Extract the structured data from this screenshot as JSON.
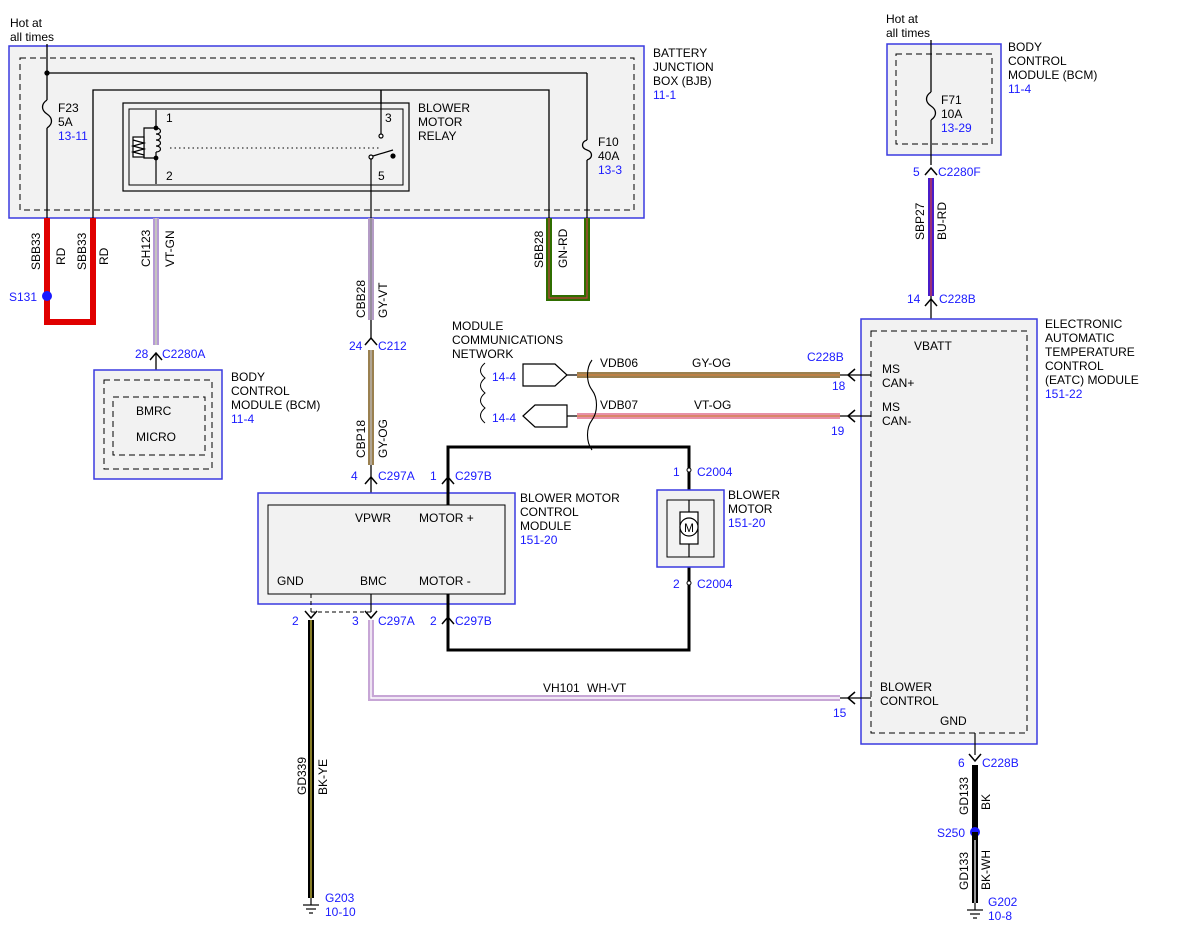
{
  "colors": {
    "module_border": "#3a3ae0",
    "module_fill": "#f2f2f2",
    "ref_text": "#1a1aff",
    "splice": "#1a1aff",
    "wire_rd": "#e00000",
    "wire_gn_rd": "#2f6e00",
    "wire_bu_rd": "#4a1cc8",
    "wire_bk": "#000000",
    "wire_gy_og": "#9a8050",
    "wire_vt_og": "#e890a8",
    "wire_vt_gn": "#b69ad6",
    "wire_wh_vt": "#c7a6d6"
  },
  "hot_at_all_times": [
    "Hot at",
    "all times"
  ],
  "bjb": {
    "title": [
      "BATTERY",
      "JUNCTION",
      "BOX (BJB)"
    ],
    "ref": "11-1",
    "fuse_f23": {
      "name": "F23",
      "rating": "5A",
      "ref": "13-11"
    },
    "fuse_f10": {
      "name": "F10",
      "rating": "40A",
      "ref": "13-3"
    },
    "relay": {
      "title": [
        "BLOWER",
        "MOTOR",
        "RELAY"
      ],
      "pin1": "1",
      "pin2": "2",
      "pin3": "3",
      "pin5": "5"
    }
  },
  "bcm_top": {
    "title": [
      "BODY",
      "CONTROL",
      "MODULE (BCM)"
    ],
    "ref": "11-4",
    "fuse_f71": {
      "name": "F71",
      "rating": "10A",
      "ref": "13-29"
    },
    "pin": "5",
    "connector": "C2280F"
  },
  "bcm_left": {
    "title": [
      "BODY",
      "CONTROL",
      "MODULE (BCM)"
    ],
    "ref": "11-4",
    "inner_top": "BMRC",
    "inner_bottom": "MICRO",
    "pin": "28",
    "connector": "C2280A"
  },
  "wires": {
    "sbb33_left": {
      "circuit": "SBB33",
      "color": "RD"
    },
    "sbb33_right": {
      "circuit": "SBB33",
      "color": "RD"
    },
    "ch123": {
      "circuit": "CH123",
      "color": "VT-GN"
    },
    "cbb28": {
      "circuit": "CBB28",
      "color": "GY-VT"
    },
    "cbp18": {
      "circuit": "CBP18",
      "color": "GY-OG"
    },
    "sbb28": {
      "circuit": "SBB28",
      "color": "GN-RD"
    },
    "sbp27": {
      "circuit": "SBP27",
      "color": "BU-RD"
    },
    "vdb06": {
      "circuit": "VDB06",
      "color": "GY-OG"
    },
    "vdb07": {
      "circuit": "VDB07",
      "color": "VT-OG"
    },
    "vh101": {
      "circuit": "VH101",
      "color": "WH-VT"
    },
    "gd339": {
      "circuit": "GD339",
      "color": "BK-YE"
    },
    "gd133_upper": {
      "circuit": "GD133",
      "color": "BK"
    },
    "gd133_lower": {
      "circuit": "GD133",
      "color": "BK-WH"
    }
  },
  "splices": {
    "s131": "S131",
    "s250": "S250"
  },
  "c212": {
    "pin": "24",
    "connector": "C212"
  },
  "network": {
    "label": [
      "MODULE",
      "COMMUNICATIONS",
      "NETWORK"
    ],
    "ref_plus": "14-4",
    "ref_minus": "14-4"
  },
  "bmcm": {
    "title": [
      "BLOWER MOTOR",
      "CONTROL",
      "MODULE"
    ],
    "ref": "151-20",
    "vpwr": "VPWR",
    "motor_plus": "MOTOR +",
    "gnd": "GND",
    "bmc": "BMC",
    "motor_minus": "MOTOR -",
    "pin_vpwr": "4",
    "conn_vpwr": "C297A",
    "pin_mplus": "1",
    "conn_mplus": "C297B",
    "pin_gnd": "2",
    "pin_bmc": "3",
    "conn_bmc": "C297A",
    "pin_mminus": "2",
    "conn_mminus": "C297B"
  },
  "blower_motor": {
    "title": [
      "BLOWER",
      "MOTOR"
    ],
    "ref": "151-20",
    "symbol": "M",
    "pin_top": "1",
    "conn_top": "C2004",
    "pin_bottom": "2",
    "conn_bottom": "C2004"
  },
  "eatc": {
    "title": [
      "ELECTRONIC",
      "AUTOMATIC",
      "TEMPERATURE",
      "CONTROL",
      "(EATC) MODULE"
    ],
    "ref": "151-22",
    "vbatt": "VBATT",
    "ms_can_plus": [
      "MS",
      "CAN+"
    ],
    "ms_can_minus": [
      "MS",
      "CAN-"
    ],
    "blower_control": [
      "BLOWER",
      "CONTROL"
    ],
    "gnd": "GND",
    "pin_vbatt": "14",
    "conn_vbatt": "C228B",
    "pin_canp": "18",
    "conn_canp": "C228B",
    "pin_canm": "19",
    "pin_blower": "15",
    "pin_gnd": "6",
    "conn_gnd": "C228B"
  },
  "grounds": {
    "g203": {
      "name": "G203",
      "ref": "10-10"
    },
    "g202": {
      "name": "G202",
      "ref": "10-8"
    }
  }
}
